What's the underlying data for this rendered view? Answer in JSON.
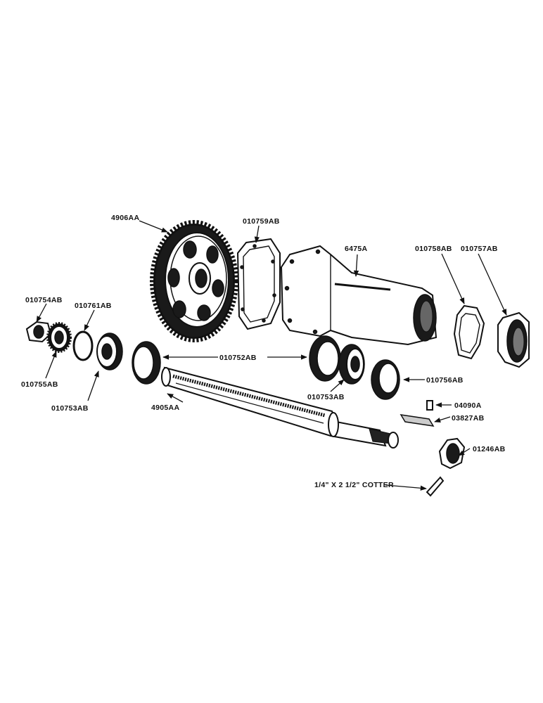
{
  "diagram": {
    "labels": {
      "gear": "4906AA",
      "gasket_upper": "010759AB",
      "housing": "6475A",
      "gasket_right": "010758AB",
      "retainer": "010757AB",
      "nut": "010754AB",
      "lock_washer": "010761AB",
      "washer": "010755AB",
      "bearing_left": "010753AB",
      "cup": "010752AB",
      "bearing_right": "010753AB",
      "spacer": "010756AB",
      "shaft": "4905AA",
      "pin": "04090A",
      "key": "03827AB",
      "castle_nut": "01246AB",
      "cotter": "1/4\" X 2 1/2\" COTTER"
    }
  }
}
